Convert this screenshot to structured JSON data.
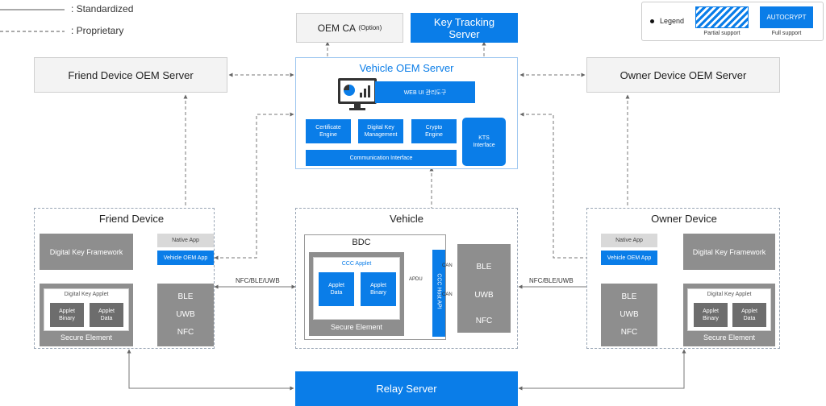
{
  "header_legend": {
    "standardized": ": Standardized",
    "proprietary": ": Proprietary"
  },
  "oem_ca": {
    "title": "OEM CA",
    "sub": "(Option)"
  },
  "key_tracking": {
    "line1": "Key Tracking",
    "line2": "Server"
  },
  "legend_box": {
    "legend": "Legend",
    "autocrypt": "AUTOCRYPT",
    "partial": "Partial support",
    "full": "Full support"
  },
  "friend_oem": "Friend Device OEM Server",
  "owner_oem": "Owner Device OEM Server",
  "vehicle_oem": {
    "title": "Vehicle OEM Server",
    "web_ui": "WEB UI 관리도구",
    "cert_engine": {
      "l1": "Certificate",
      "l2": "Engine"
    },
    "dk_mgmt": {
      "l1": "Digital Key",
      "l2": "Management"
    },
    "crypto": {
      "l1": "Crypto",
      "l2": "Engine"
    },
    "kts": {
      "l1": "KTS",
      "l2": "Interface"
    },
    "comm": "Communication Interface"
  },
  "friend_device": {
    "title": "Friend Device",
    "framework": "Digital Key Framework",
    "native_app": "Native App",
    "vehicle_app": "Vehicle OEM App",
    "applet_title": "Digital Key Applet",
    "applet_binary": {
      "l1": "Applet",
      "l2": "Binary"
    },
    "applet_data": {
      "l1": "Applet",
      "l2": "Data"
    },
    "secure_element": "Secure Element",
    "ble": "BLE",
    "uwb": "UWB",
    "nfc": "NFC"
  },
  "vehicle": {
    "title": "Vehicle",
    "bdc": "BDC",
    "ccc_applet": "CCC Applet",
    "applet_data": {
      "l1": "Applet",
      "l2": "Data"
    },
    "applet_binary": {
      "l1": "Applet",
      "l2": "Binary"
    },
    "secure_element": "Secure Element",
    "apdu": "APDU",
    "host_api": "CCC Host API",
    "can1": "CAN",
    "can2": "CAN",
    "ble": "BLE",
    "uwb": "UWB",
    "nfc": "NFC"
  },
  "owner_device": {
    "title": "Owner Device",
    "framework": "Digital Key Framework",
    "native_app": "Native App",
    "vehicle_app": "Vehicle OEM App",
    "applet_title": "Digital Key Applet",
    "applet_binary": {
      "l1": "Applet",
      "l2": "Binary"
    },
    "applet_data": {
      "l1": "Applet",
      "l2": "Data"
    },
    "secure_element": "Secure Element",
    "ble": "BLE",
    "uwb": "UWB",
    "nfc": "NFC"
  },
  "nfc_ble_uwb_left": "NFC/BLE/UWB",
  "nfc_ble_uwb_right": "NFC/BLE/UWB",
  "relay_server": "Relay Server"
}
